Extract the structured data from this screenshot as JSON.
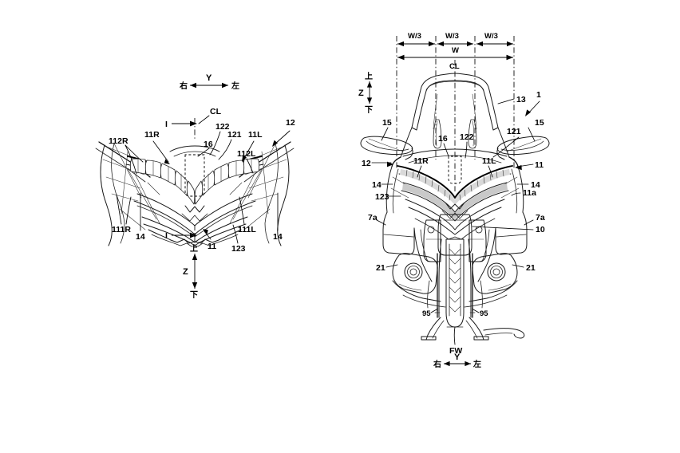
{
  "document": {
    "type": "patent-drawing",
    "description": "Motorcycle front fairing and headlight patent figures",
    "background_color": "#ffffff",
    "line_color": "#1a1a1a"
  },
  "figure_left": {
    "name": "front-headlight-detail-view",
    "axis_y": {
      "left_label": "右",
      "right_label": "左",
      "symbol": "Y"
    },
    "axis_z": {
      "top_label": "上",
      "bottom_label": "下",
      "symbol": "Z"
    },
    "centerline_label": "CL",
    "section_marker_top": "I",
    "section_marker_bottom": "I",
    "callouts": [
      {
        "id": "c-112R",
        "text": "112R"
      },
      {
        "id": "c-11R",
        "text": "11R"
      },
      {
        "id": "c-CL",
        "text": "CL"
      },
      {
        "id": "c-122",
        "text": "122"
      },
      {
        "id": "c-121",
        "text": "121"
      },
      {
        "id": "c-11L",
        "text": "11L"
      },
      {
        "id": "c-12",
        "text": "12"
      },
      {
        "id": "c-16",
        "text": "16"
      },
      {
        "id": "c-112L",
        "text": "112L"
      },
      {
        "id": "c-111R",
        "text": "111R"
      },
      {
        "id": "c-14L",
        "text": "14"
      },
      {
        "id": "c-111L",
        "text": "111L"
      },
      {
        "id": "c-14R",
        "text": "14"
      },
      {
        "id": "c-11",
        "text": "11"
      },
      {
        "id": "c-123",
        "text": "123"
      }
    ]
  },
  "figure_right": {
    "name": "motorcycle-front-elevation-view",
    "axis_y": {
      "left_label": "右",
      "right_label": "左",
      "symbol": "Y"
    },
    "axis_z": {
      "top_label": "上",
      "bottom_label": "下",
      "symbol": "Z"
    },
    "centerline_label": "CL",
    "dimensions": {
      "total_width": "W",
      "thirds": [
        "W/3",
        "W/3",
        "W/3"
      ]
    },
    "front_wheel_label": "FW",
    "callouts": [
      {
        "id": "r-13",
        "text": "13"
      },
      {
        "id": "r-1",
        "text": "1"
      },
      {
        "id": "r-15L",
        "text": "15"
      },
      {
        "id": "r-15R",
        "text": "15"
      },
      {
        "id": "r-121",
        "text": "121"
      },
      {
        "id": "r-122",
        "text": "122"
      },
      {
        "id": "r-16",
        "text": "16"
      },
      {
        "id": "r-12",
        "text": "12"
      },
      {
        "id": "r-11R",
        "text": "11R"
      },
      {
        "id": "r-11L",
        "text": "11L"
      },
      {
        "id": "r-11",
        "text": "11"
      },
      {
        "id": "r-14L",
        "text": "14"
      },
      {
        "id": "r-14R",
        "text": "14"
      },
      {
        "id": "r-11a",
        "text": "11a"
      },
      {
        "id": "r-123",
        "text": "123"
      },
      {
        "id": "r-7aL",
        "text": "7a"
      },
      {
        "id": "r-7aR",
        "text": "7a"
      },
      {
        "id": "r-10",
        "text": "10"
      },
      {
        "id": "r-21L",
        "text": "21"
      },
      {
        "id": "r-21R",
        "text": "21"
      },
      {
        "id": "r-95L",
        "text": "95"
      },
      {
        "id": "r-95R",
        "text": "95"
      }
    ]
  }
}
